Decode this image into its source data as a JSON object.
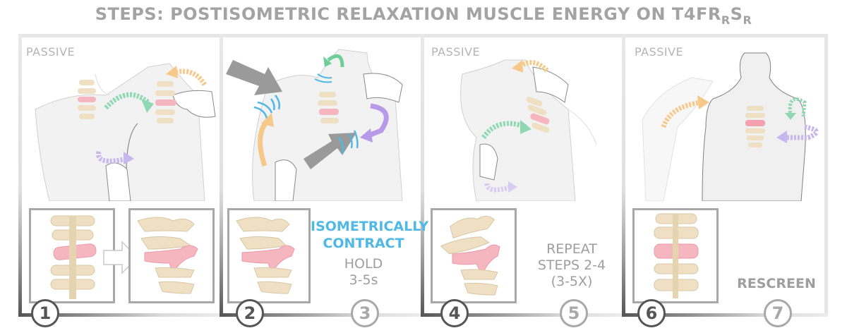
{
  "title": {
    "main": "STEPS: POSTISOMETRIC RELAXATION MUSCLE ENERGY ON T4FR",
    "sub1": "R",
    "mid": "S",
    "sub2": "R"
  },
  "colors": {
    "frame": "#e6e6e6",
    "title_gray": "#a3a3a3",
    "accent_blue": "#4fb8e6",
    "arrow_green": "#8fd8b4",
    "arrow_orange": "#f6c98a",
    "arrow_purple": "#c8b6ee",
    "arrow_gray": "#9a9a9a",
    "vertebra_bone": "#efe0c4",
    "vertebra_highlight": "#f5a9b4",
    "skin": "#f1f1f1"
  },
  "panels": [
    {
      "label": "PASSIVE",
      "illustration": "patient-back-with-practitioner-hands",
      "arrows": [
        "orange-arrow",
        "green-arrow",
        "purple-arrow"
      ],
      "insets": [
        "vertebrae-T4-rotated",
        "vertebrae-T4-flexed-side-view"
      ],
      "inset_arrow": "right-arrow",
      "steps": [
        {
          "number": "1"
        }
      ]
    },
    {
      "label": "",
      "illustration": "patient-contracting-against-resistance",
      "arrows": [
        "gray-arrow-upper",
        "gray-arrow-lower",
        "orange-arrow",
        "green-arrow",
        "purple-arrow"
      ],
      "insets": [
        "vertebrae-T4-side-view"
      ],
      "notes": {
        "blue": [
          "ISOMETRICALLY",
          "CONTRACT"
        ],
        "gray": [
          "HOLD",
          "3-5s"
        ]
      },
      "steps": [
        {
          "number": "2"
        },
        {
          "number": "3"
        }
      ]
    },
    {
      "label": "PASSIVE",
      "illustration": "patient-further-flexed",
      "arrows": [
        "orange-arrow",
        "green-arrow",
        "purple-arrow"
      ],
      "insets": [
        "vertebrae-T4-side-view-new-barrier"
      ],
      "notes": {
        "gray": [
          "REPEAT",
          "STEPS 2-4",
          "(3-5X)"
        ]
      },
      "steps": [
        {
          "number": "4"
        },
        {
          "number": "5"
        }
      ]
    },
    {
      "label": "PASSIVE",
      "illustration": "patient-returned-neutral",
      "arrows": [
        "orange-arrow",
        "green-arrow",
        "purple-arrow"
      ],
      "insets": [
        "vertebrae-T4-neutral"
      ],
      "notes": {
        "gray": [
          "RESCREEN"
        ]
      },
      "steps": [
        {
          "number": "6"
        },
        {
          "number": "7"
        }
      ]
    }
  ]
}
